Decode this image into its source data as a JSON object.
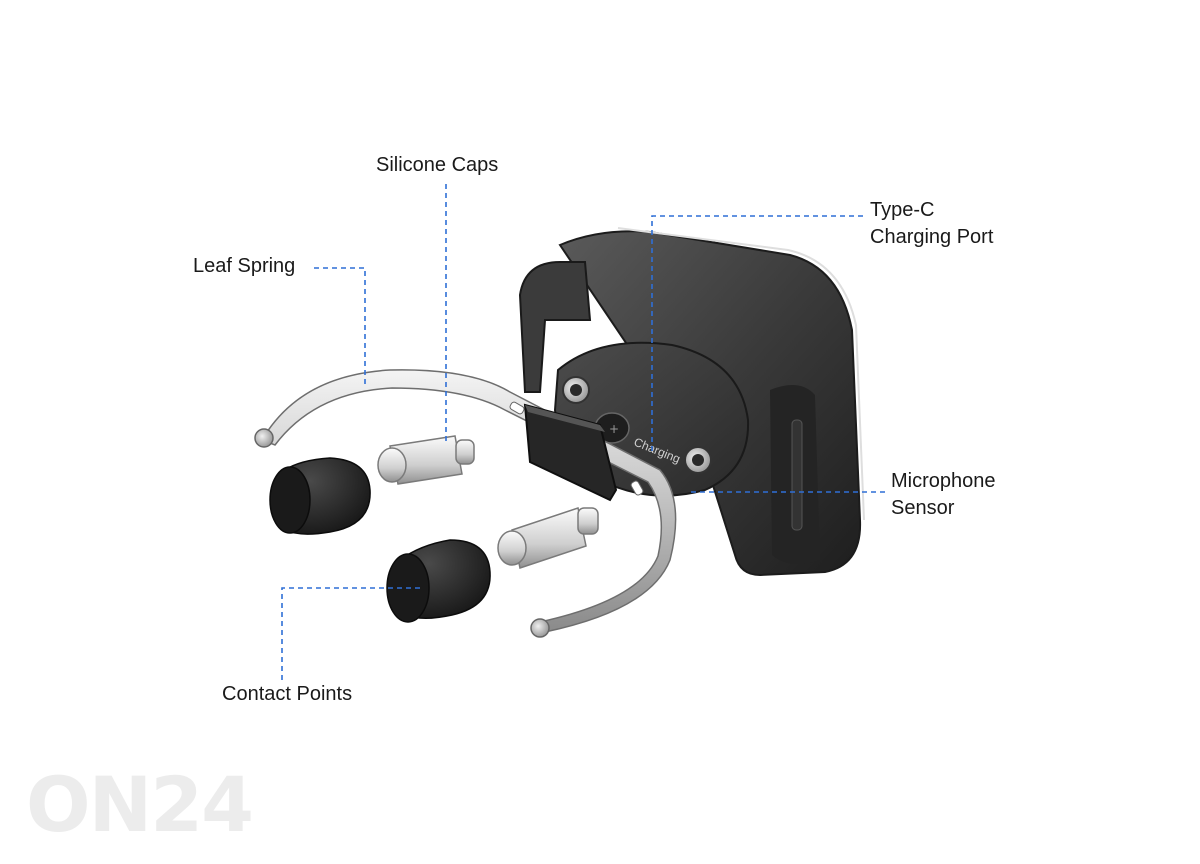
{
  "labels": {
    "silicone_caps": "Silicone Caps",
    "leaf_spring": "Leaf Spring",
    "type_c_line1": "Type-C",
    "type_c_line2": "Charging Port",
    "microphone_line1": "Microphone",
    "microphone_line2": "Sensor",
    "contact_points": "Contact Points"
  },
  "device": {
    "port_text": "Charging"
  },
  "watermark": "ON24",
  "colors": {
    "leader_line": "#2f6fd6",
    "body": "#3a3a3a",
    "metal": "#c9c9c9",
    "cap": "#262626"
  }
}
